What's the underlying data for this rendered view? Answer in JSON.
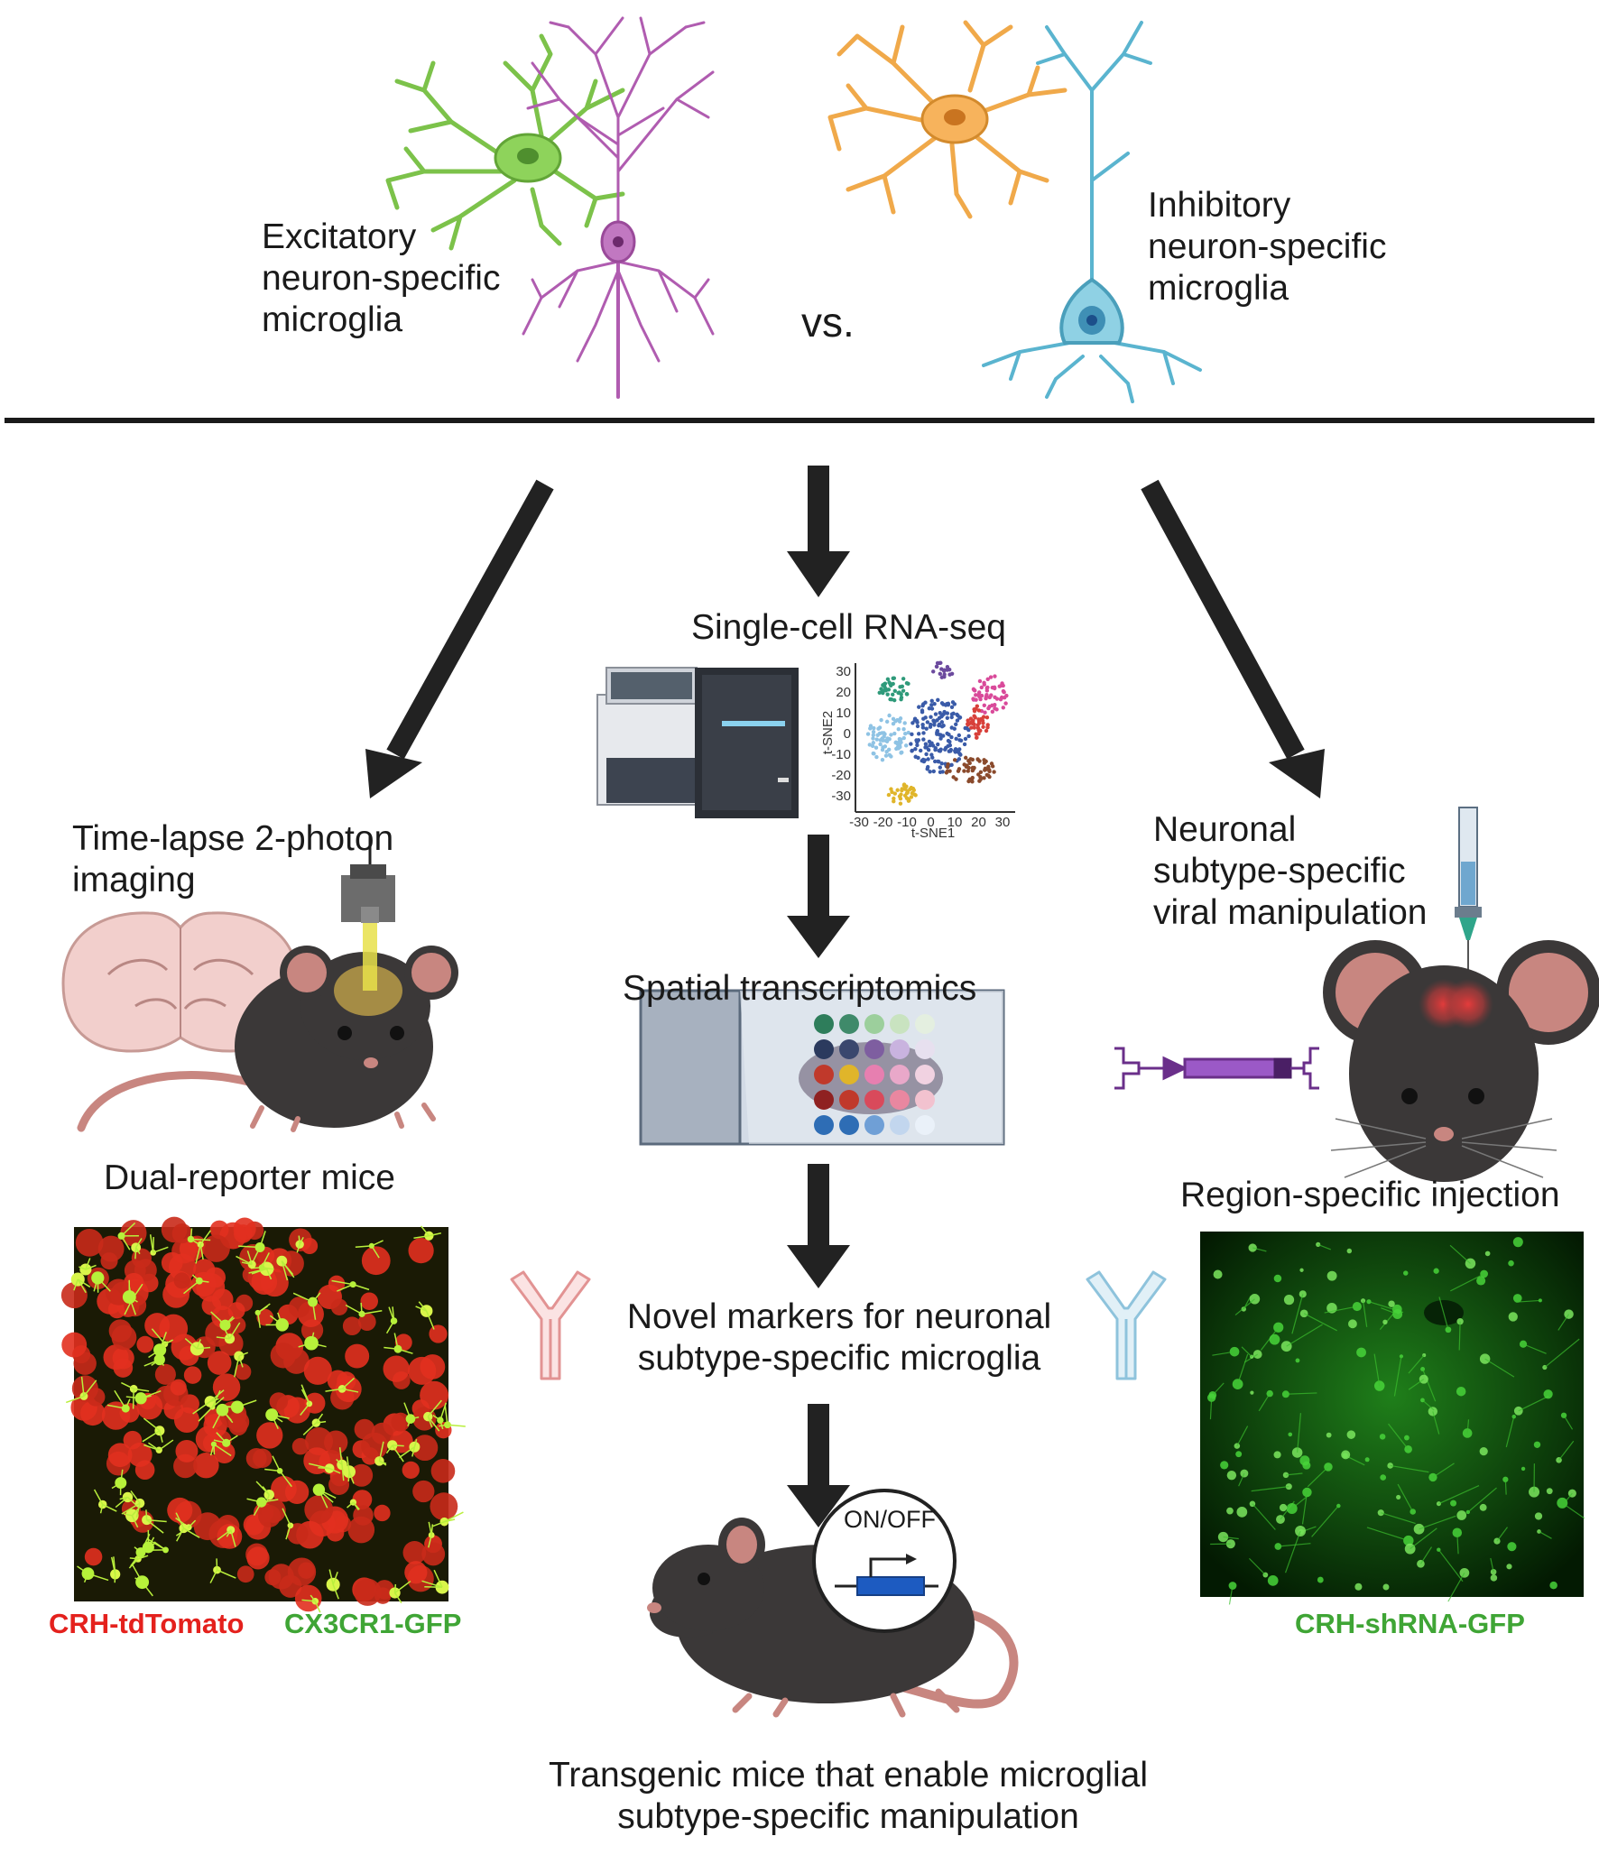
{
  "header": {
    "excitatory_label": [
      "Excitatory",
      "neuron-specific",
      "microglia"
    ],
    "inhibitory_label": [
      "Inhibitory",
      "neuron-specific",
      "microglia"
    ],
    "vs_label": "vs."
  },
  "left_branch": {
    "title": [
      "Time-lapse 2-photon",
      "imaging"
    ],
    "mouse_label": "Dual-reporter mice",
    "caption_red": "CRH-tdTomato",
    "caption_green": "CX3CR1-GFP"
  },
  "center_branch": {
    "scrnaseq_label": "Single-cell RNA-seq",
    "tsne": {
      "xlabel": "t-SNE1",
      "ylabel": "t-SNE2",
      "xticks": [
        "-30",
        "-20",
        "-10",
        "0",
        "10",
        "20",
        "30"
      ],
      "yticks": [
        "30",
        "20",
        "10",
        "0",
        "-10",
        "-20",
        "-30"
      ]
    },
    "spatial_label": "Spatial transcriptomics",
    "markers_label": [
      "Novel markers for neuronal",
      "subtype-specific microglia"
    ],
    "switch_label": "ON/OFF",
    "transgenic_label": [
      "Transgenic mice that enable microglial",
      "subtype-specific manipulation"
    ]
  },
  "right_branch": {
    "title": [
      "Neuronal",
      "subtype-specific",
      "viral manipulation"
    ],
    "injection_label": "Region-specific injection",
    "caption_green": "CRH-shRNA-GFP"
  },
  "colors": {
    "excitatory_microglia": "#7cc24a",
    "excitatory_neuron": "#b05cb0",
    "inhibitory_microglia": "#f0a94a",
    "inhibitory_neuron": "#5ab4cf",
    "caption_red": "#e4211d",
    "caption_green": "#3fa535",
    "arrow": "#222222",
    "mouse": "#3b3838"
  }
}
